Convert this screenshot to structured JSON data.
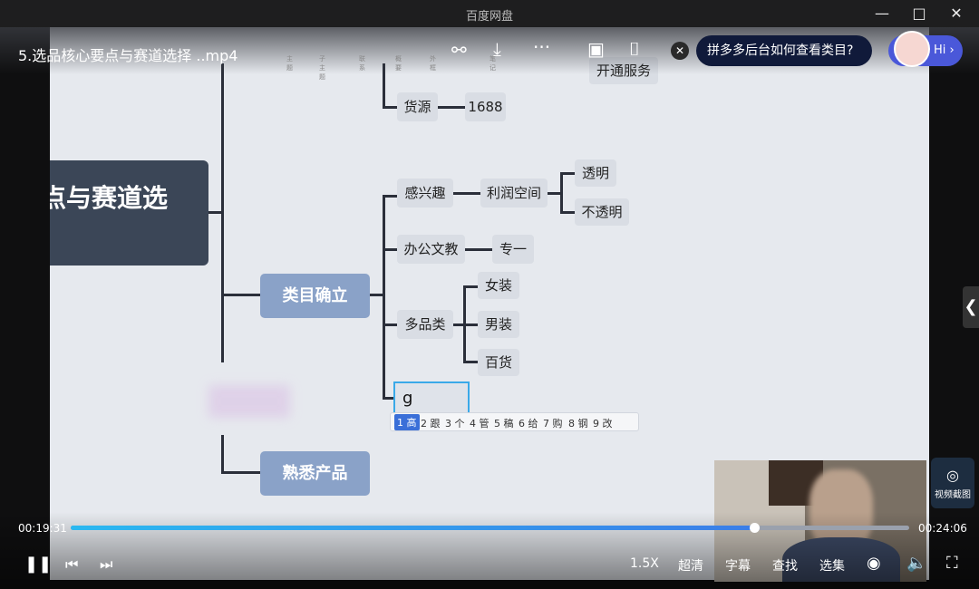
{
  "window": {
    "title": "百度网盘",
    "minimize": "—",
    "maximize": "□",
    "close": "✕"
  },
  "video": {
    "title": "5.选品核心要点与赛道选择 ..mp4"
  },
  "mindmap": {
    "root": "点与赛道选",
    "category": "类目确立",
    "familiar": "熟悉产品",
    "service": "开通服务",
    "source": "货源",
    "source_value": "1688",
    "interest": "感兴趣",
    "profit": "利润空间",
    "transparent": "透明",
    "opaque": "不透明",
    "office": "办公文教",
    "focus": "专一",
    "multi": "多品类",
    "women": "女装",
    "men": "男装",
    "general": "百货",
    "input_value": "g"
  },
  "toolbar_small": [
    "主题",
    "子主题",
    "联系",
    "概要",
    "外框",
    "笔记"
  ],
  "ime": {
    "candidates": [
      "1 高",
      "2 跟",
      "3 个",
      "4 管",
      "5 稿",
      "6 给",
      "7 购",
      "8 钢",
      "9 改"
    ]
  },
  "assistant": {
    "question": "拼多多后台如何查看类目?",
    "hi": "Hi ›"
  },
  "player": {
    "current_time": "00:19:31",
    "total_time": "00:24:06",
    "progress": 0.815,
    "speed": "1.5X",
    "quality": "超清",
    "subtitle": "字幕",
    "search": "查找",
    "episodes": "选集",
    "screenshot": "视频截图"
  }
}
